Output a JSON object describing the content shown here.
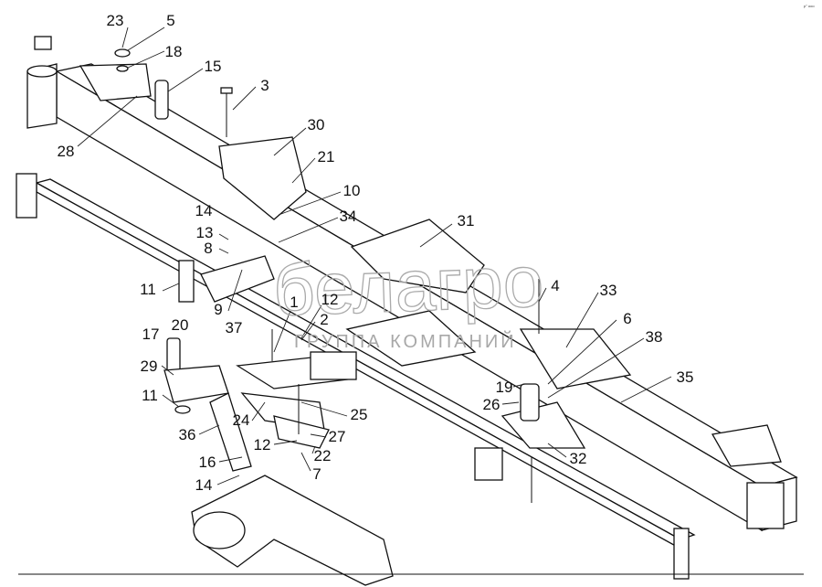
{
  "diagram": {
    "watermark": {
      "brand": "белагро",
      "tagline": "ГРУППА КОМПАНИЙ"
    },
    "corner_mark": "p° ooo",
    "callouts": [
      {
        "id": "23",
        "label": "23"
      },
      {
        "id": "5",
        "label": "5"
      },
      {
        "id": "18",
        "label": "18"
      },
      {
        "id": "15",
        "label": "15"
      },
      {
        "id": "3",
        "label": "3"
      },
      {
        "id": "30",
        "label": "30"
      },
      {
        "id": "21",
        "label": "21"
      },
      {
        "id": "28",
        "label": "28"
      },
      {
        "id": "10",
        "label": "10"
      },
      {
        "id": "14a",
        "label": "14"
      },
      {
        "id": "34",
        "label": "34"
      },
      {
        "id": "31",
        "label": "31"
      },
      {
        "id": "13",
        "label": "13"
      },
      {
        "id": "8",
        "label": "8"
      },
      {
        "id": "11a",
        "label": "11"
      },
      {
        "id": "4",
        "label": "4"
      },
      {
        "id": "33",
        "label": "33"
      },
      {
        "id": "9",
        "label": "9"
      },
      {
        "id": "1",
        "label": "1"
      },
      {
        "id": "12a",
        "label": "12"
      },
      {
        "id": "6",
        "label": "6"
      },
      {
        "id": "2",
        "label": "2"
      },
      {
        "id": "20",
        "label": "20"
      },
      {
        "id": "37",
        "label": "37"
      },
      {
        "id": "17",
        "label": "17"
      },
      {
        "id": "38",
        "label": "38"
      },
      {
        "id": "29",
        "label": "29"
      },
      {
        "id": "35",
        "label": "35"
      },
      {
        "id": "19",
        "label": "19"
      },
      {
        "id": "11b",
        "label": "11"
      },
      {
        "id": "26",
        "label": "26"
      },
      {
        "id": "25",
        "label": "25"
      },
      {
        "id": "24",
        "label": "24"
      },
      {
        "id": "36",
        "label": "36"
      },
      {
        "id": "27",
        "label": "27"
      },
      {
        "id": "12b",
        "label": "12"
      },
      {
        "id": "22",
        "label": "22"
      },
      {
        "id": "16",
        "label": "16"
      },
      {
        "id": "7",
        "label": "7"
      },
      {
        "id": "32",
        "label": "32"
      },
      {
        "id": "14b",
        "label": "14"
      }
    ]
  }
}
